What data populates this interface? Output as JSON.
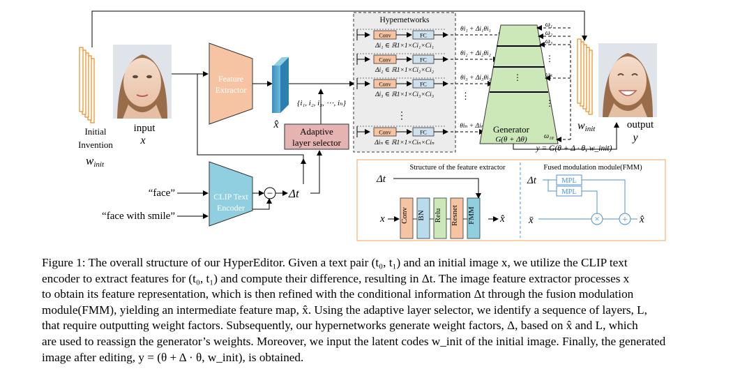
{
  "diagram": {
    "initial_invention_line1": "Initial",
    "initial_invention_line2": "Invention",
    "w_init_left": "w",
    "w_init_left_sub": "init",
    "input_label": "input",
    "input_var": "x",
    "feature_extractor_line1": "Feature",
    "feature_extractor_line2": "Extractor",
    "x_hat": "x̂",
    "layer_set": "{i₁, i₂, i₃, ⋯, iₙ}",
    "adaptive_selector_line1": "Adaptive",
    "adaptive_selector_line2": "layer selector",
    "clip_line1": "CLIP Text",
    "clip_line2": "Encoder",
    "text_face": "“face”",
    "text_face_smile": "“face with smile”",
    "minus_symbol": "−",
    "delta_t": "Δt",
    "hypernetworks_title": "Hypernetworks",
    "conv_label": "Conv",
    "fc_label": "FC",
    "delta_labels": [
      "Δi₁ ∈ ℝ1×1×Ci₁×Ci₁",
      "Δi₂ ∈ ℝ1×1×Ci₂×Ci₂",
      "Δi₃ ∈ ℝ1×1×Ci₃×Ci₃",
      "Δiₙ ∈ ℝ1×1×Ciₙ×Ciₙ"
    ],
    "theta_labels": [
      "θi₁ + Δi₁θi₁",
      "θi₂ + Δi₂θi₂",
      "θi₃ + Δi₃θi₃",
      "θiₙ + Δiₙθiₙ"
    ],
    "omega_labels": [
      "ω₁",
      "ω₂",
      "ω₃",
      "ωₖ",
      "ω₁₈"
    ],
    "generator_line1": "Generator",
    "generator_line2": "G(θ + Δθ)",
    "output_eq": "y = G(θ + Δ · θ, w_init)",
    "w_init_right": "w",
    "w_init_right_sub": "init",
    "output_label": "output",
    "output_var": "y",
    "fe_structure_title": "Structure of the feature extractor",
    "fe_blocks": [
      "Conv",
      "BN",
      "Relu",
      "Resnet",
      "FMM"
    ],
    "fe_input": "x",
    "fe_output": "x̂",
    "fmm_title": "Fused modulation module(FMM)",
    "mpl_label": "MPL",
    "fmm_input": "x̄",
    "fmm_output": "x̂",
    "multiply_symbol": "×",
    "plus_symbol": "+",
    "vdots": "⋮"
  },
  "caption": {
    "lines": [
      "Figure 1: The overall structure of our HyperEditor. Given a text pair (t₀, t₁) and an initial image x, we utilize the CLIP text",
      "encoder to extract features for (t₀, t₁) and compute their difference, resulting in Δt. The image feature extractor processes x",
      "to obtain its feature representation, which is then refined with the conditional information Δt through the fusion modulation",
      "module(FMM), yielding an intermediate feature map, x̂. Using the adaptive layer selector, we identify a sequence of layers, L,",
      "that require outputting weight factors. Subsequently, our hypernetworks generate weight factors, Δ, based on x̂ and L, which",
      "are used to reassign the generator’s weights. Moreover, we input the latent codes w_init of the initial image. Finally, the generated",
      "image after editing, y = (θ + Δ · θ, w_init), is obtained."
    ]
  },
  "colors": {
    "feature_extractor": "#f6c4a2",
    "clip_encoder": "#8fcfe0",
    "adaptive_selector": "#e6b3b3",
    "generator": "#cde8b8",
    "conv": "#f6c4a2",
    "fc": "#cde0ee",
    "latent_orange": "#f08a1c",
    "panel_border": "#f5b27a"
  },
  "icons": [
    "face-photo-input",
    "face-photo-output",
    "latent-stack"
  ]
}
